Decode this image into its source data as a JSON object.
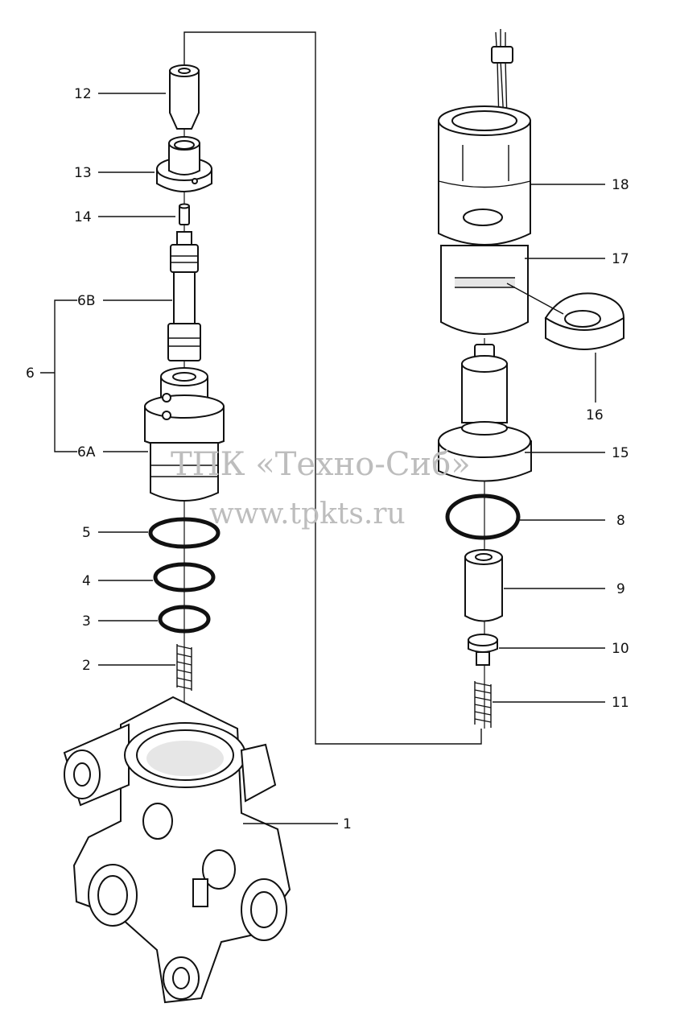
{
  "labels": {
    "l12": "12",
    "l13": "13",
    "l14": "14",
    "l6B": "6B",
    "l6": "6",
    "l6A": "6A",
    "l5": "5",
    "l4": "4",
    "l3": "3",
    "l2": "2",
    "l1": "1",
    "l18": "18",
    "l17": "17",
    "l16": "16",
    "l15": "15",
    "l8": "8",
    "l9": "9",
    "l10": "10",
    "l11": "11"
  },
  "watermark": {
    "line1": "ТПК «Техно-Сиб»",
    "line2": "www.tpkts.ru"
  }
}
